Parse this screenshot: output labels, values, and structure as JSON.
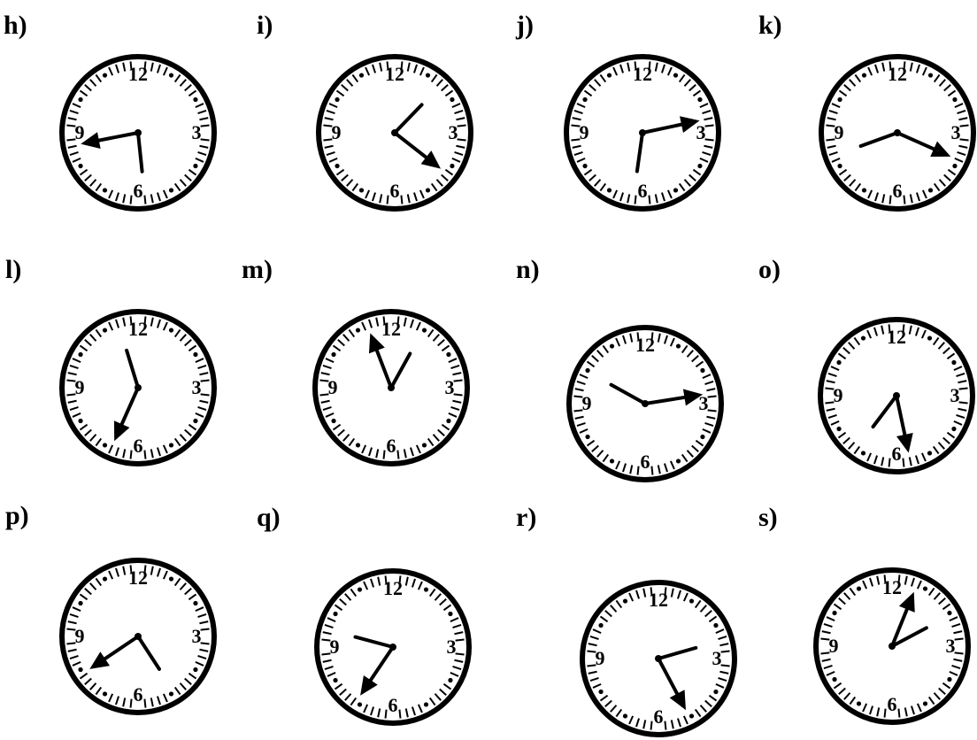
{
  "worksheet": {
    "clocks": [
      {
        "label": "h)",
        "numerals": [
          "12",
          "3",
          "6",
          "9"
        ],
        "hour_hand_angle_deg": 174,
        "minute_hand_angle_deg": 259,
        "arrow_on": "minute"
      },
      {
        "label": "i)",
        "numerals": [
          "12",
          "3",
          "6",
          "9"
        ],
        "hour_hand_angle_deg": 44,
        "minute_hand_angle_deg": 128,
        "arrow_on": "minute"
      },
      {
        "label": "j)",
        "numerals": [
          "12",
          "3",
          "6",
          "9"
        ],
        "hour_hand_angle_deg": 188,
        "minute_hand_angle_deg": 78,
        "arrow_on": "minute"
      },
      {
        "label": "k)",
        "numerals": [
          "12",
          "3",
          "6",
          "9"
        ],
        "hour_hand_angle_deg": 250,
        "minute_hand_angle_deg": 114,
        "arrow_on": "minute"
      },
      {
        "label": "l)",
        "numerals": [
          "12",
          "3",
          "6",
          "9"
        ],
        "hour_hand_angle_deg": 343,
        "minute_hand_angle_deg": 204,
        "arrow_on": "minute"
      },
      {
        "label": "m)",
        "numerals": [
          "12",
          "3",
          "6",
          "9"
        ],
        "hour_hand_angle_deg": 29,
        "minute_hand_angle_deg": 339,
        "arrow_on": "minute"
      },
      {
        "label": "n)",
        "numerals": [
          "12",
          "3",
          "6",
          "9"
        ],
        "hour_hand_angle_deg": 299,
        "minute_hand_angle_deg": 81,
        "arrow_on": "minute"
      },
      {
        "label": "o)",
        "numerals": [
          "12",
          "3",
          "6",
          "9"
        ],
        "hour_hand_angle_deg": 217,
        "minute_hand_angle_deg": 168,
        "arrow_on": "minute"
      },
      {
        "label": "p)",
        "numerals": [
          "12",
          "3",
          "6",
          "9"
        ],
        "hour_hand_angle_deg": 147,
        "minute_hand_angle_deg": 236,
        "arrow_on": "minute"
      },
      {
        "label": "q)",
        "numerals": [
          "12",
          "3",
          "6",
          "9"
        ],
        "hour_hand_angle_deg": 285,
        "minute_hand_angle_deg": 214,
        "arrow_on": "minute"
      },
      {
        "label": "r)",
        "numerals": [
          "12",
          "3",
          "6",
          "9"
        ],
        "hour_hand_angle_deg": 74,
        "minute_hand_angle_deg": 152,
        "arrow_on": "minute"
      },
      {
        "label": "s)",
        "numerals": [
          "12",
          "3",
          "6",
          "9"
        ],
        "hour_hand_angle_deg": 62,
        "minute_hand_angle_deg": 22,
        "arrow_on": "minute"
      }
    ]
  }
}
